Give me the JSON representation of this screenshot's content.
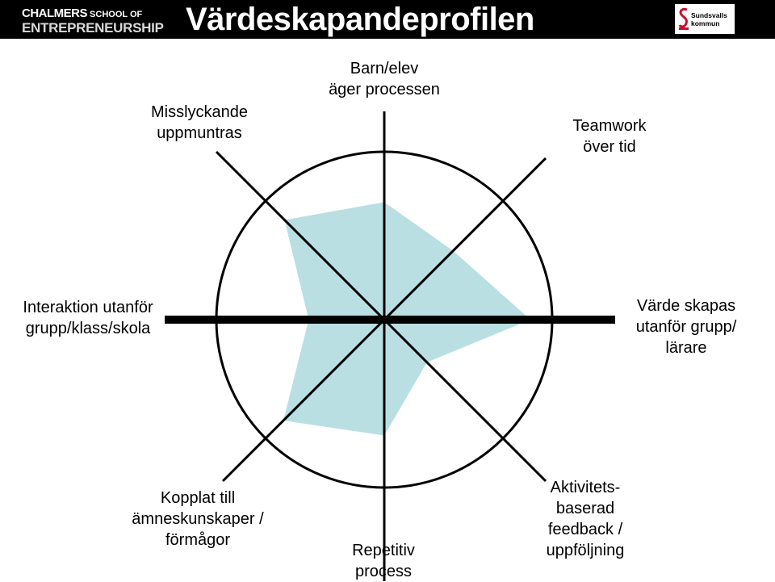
{
  "header": {
    "title": "Värdeskapandeprofilen",
    "logo_left": {
      "line1_big": "CHALMERS",
      "line1_small": " SCHOOL OF",
      "line2": "ENTREPRENEURSHIP"
    },
    "logo_right": {
      "line1": "Sundsvalls",
      "line2": "kommun"
    },
    "colors": {
      "bar": "#000000",
      "text": "#ffffff"
    }
  },
  "chart_data": {
    "type": "radar",
    "title": "Värdeskapandeprofilen",
    "axes": [
      {
        "label": "Barn/elev\näger processen"
      },
      {
        "label": "Teamwork\növer tid"
      },
      {
        "label": "Värde skapas\nutanför grupp/\nlärare"
      },
      {
        "label": "Aktivitets-\nbaserad\nfeedback /\nuppföljning"
      },
      {
        "label": "Repetitiv\nprocess"
      },
      {
        "label": "Kopplat till\nämneskunskaper /\nförmågor"
      },
      {
        "label": "Interaktion utanför\ngrupp/klass/skola"
      },
      {
        "label": "Misslyckande\nuppmuntras"
      }
    ],
    "series": [
      {
        "values": [
          0.7,
          0.58,
          0.87,
          0.36,
          0.69,
          0.85,
          0.45,
          0.84
        ]
      }
    ],
    "range": [
      0,
      1
    ],
    "fill_color": "#b9dfe3",
    "line_color": "#000000",
    "grid": false
  }
}
